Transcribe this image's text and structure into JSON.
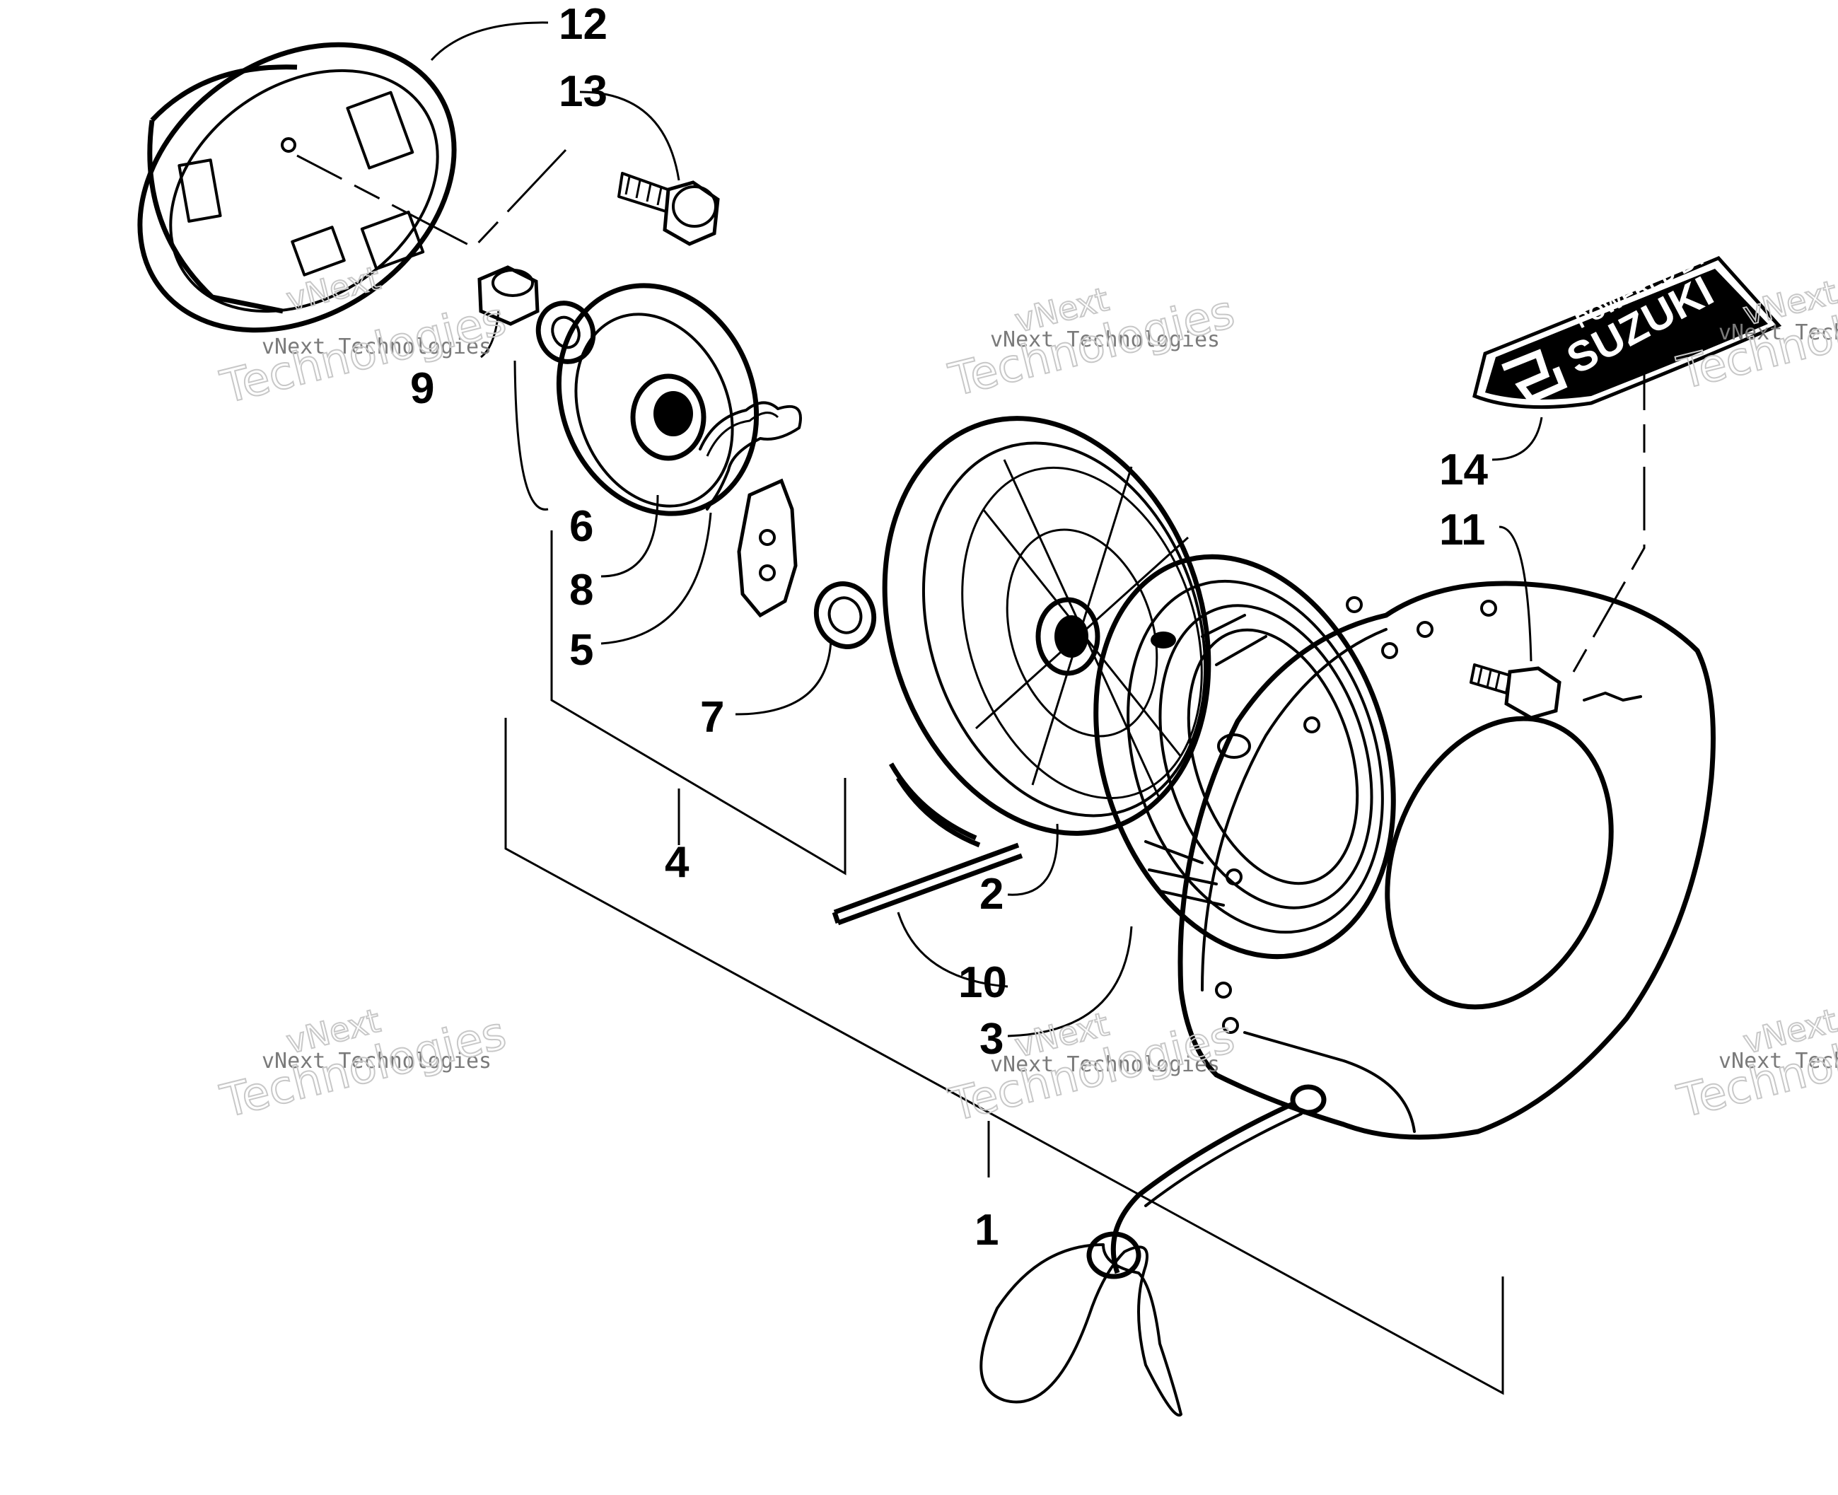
{
  "callouts": {
    "c1": "1",
    "c2": "2",
    "c3": "3",
    "c4": "4",
    "c5": "5",
    "c6": "6",
    "c7": "7",
    "c8": "8",
    "c9": "9",
    "c10": "10",
    "c11": "11",
    "c12": "12",
    "c13": "13",
    "c14": "14"
  },
  "decal": {
    "line1": "POWERED BY",
    "line2": "SUZUKI"
  },
  "watermark": {
    "word1": "vNext",
    "company": "vNext Technologies",
    "word2": "Technologies"
  },
  "colors": {
    "ink": "#000000",
    "paper": "#ffffff",
    "watermark": "#c8c8c8"
  }
}
